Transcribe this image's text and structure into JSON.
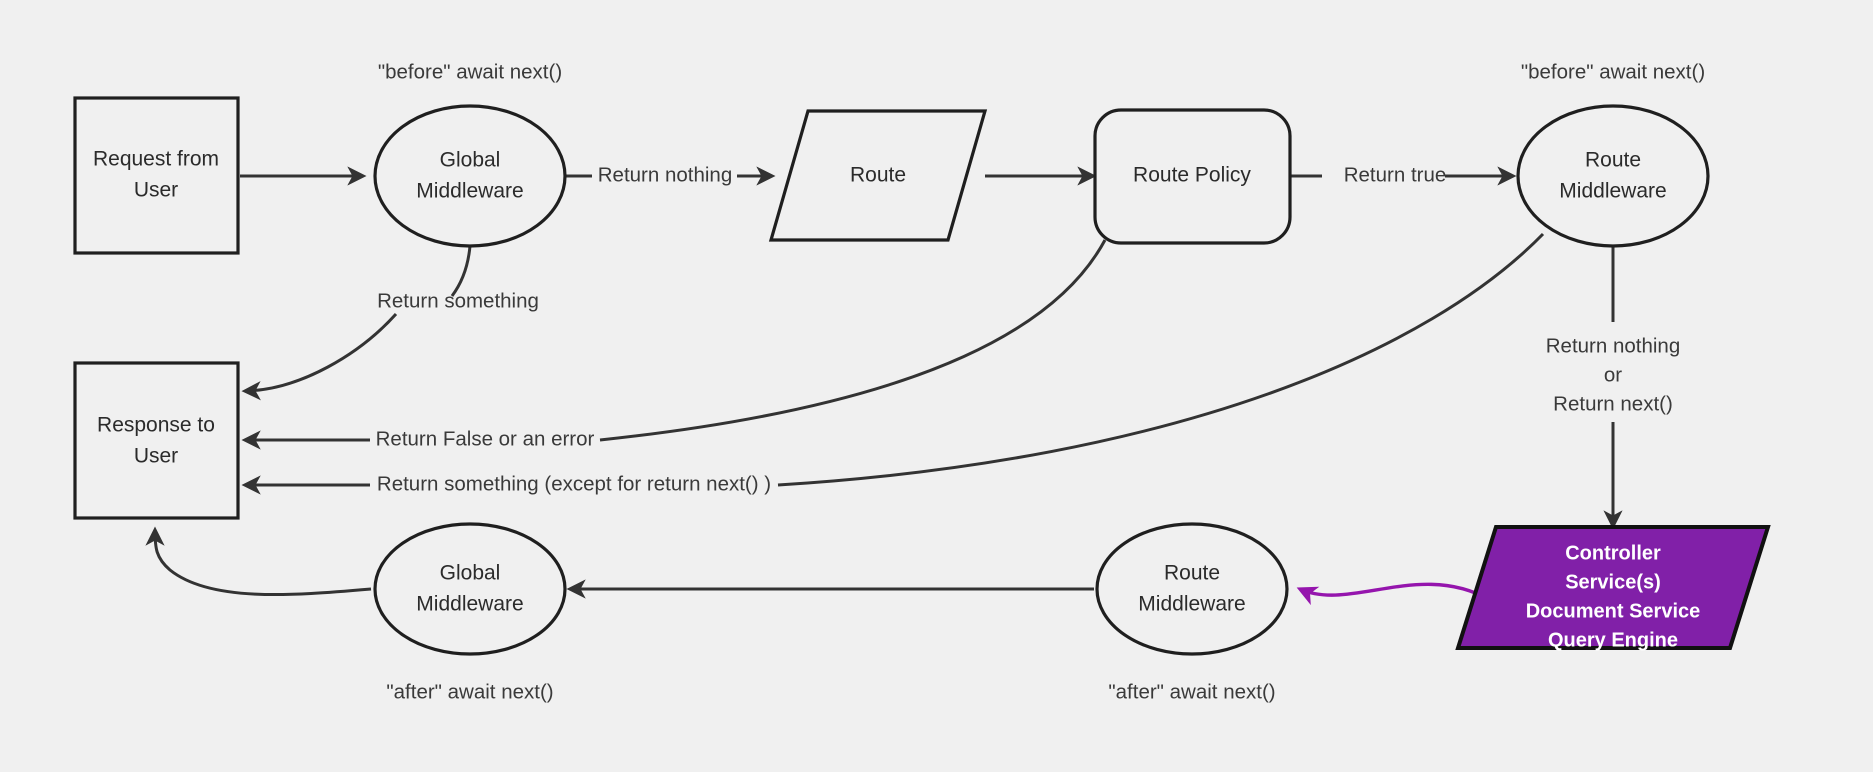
{
  "diagram": {
    "title": "Middleware request lifecycle flowchart",
    "background_color": "#f0f0f0",
    "stroke_color": "#1f1f1f",
    "accent_color": "#8120a8",
    "nodes": {
      "request_from_user": {
        "line1": "Request from",
        "line2": "User",
        "shape": "rectangle"
      },
      "global_middleware_before": {
        "line1": "Global",
        "line2": "Middleware",
        "shape": "ellipse"
      },
      "route": {
        "line1": "Route",
        "shape": "parallelogram"
      },
      "route_policy": {
        "line1": "Route Policy",
        "shape": "rounded-rectangle"
      },
      "route_middleware_before": {
        "line1": "Route",
        "line2": "Middleware",
        "shape": "ellipse"
      },
      "controller": {
        "line1": "Controller",
        "line2": "Service(s)",
        "line3": "Document Service",
        "line4": "Query Engine",
        "shape": "parallelogram"
      },
      "route_middleware_after": {
        "line1": "Route",
        "line2": "Middleware",
        "shape": "ellipse"
      },
      "global_middleware_after": {
        "line1": "Global",
        "line2": "Middleware",
        "shape": "ellipse"
      },
      "response_to_user": {
        "line1": "Response to",
        "line2": "User",
        "shape": "rectangle"
      }
    },
    "annotations": {
      "before_global": "\"before\" await next()",
      "before_route": "\"before\" await next()",
      "after_global": "\"after\" await next()",
      "after_route": "\"after\" await next()"
    },
    "edge_labels": {
      "return_nothing": "Return nothing",
      "return_true": "Return true",
      "return_something_global": "Return something",
      "return_false_or_error": "Return False or an error",
      "return_something_except_next": "Return something (except for return next() )",
      "return_nothing_or_next_1": "Return nothing",
      "return_nothing_or_next_2": "or",
      "return_nothing_or_next_3": "Return next()"
    }
  }
}
